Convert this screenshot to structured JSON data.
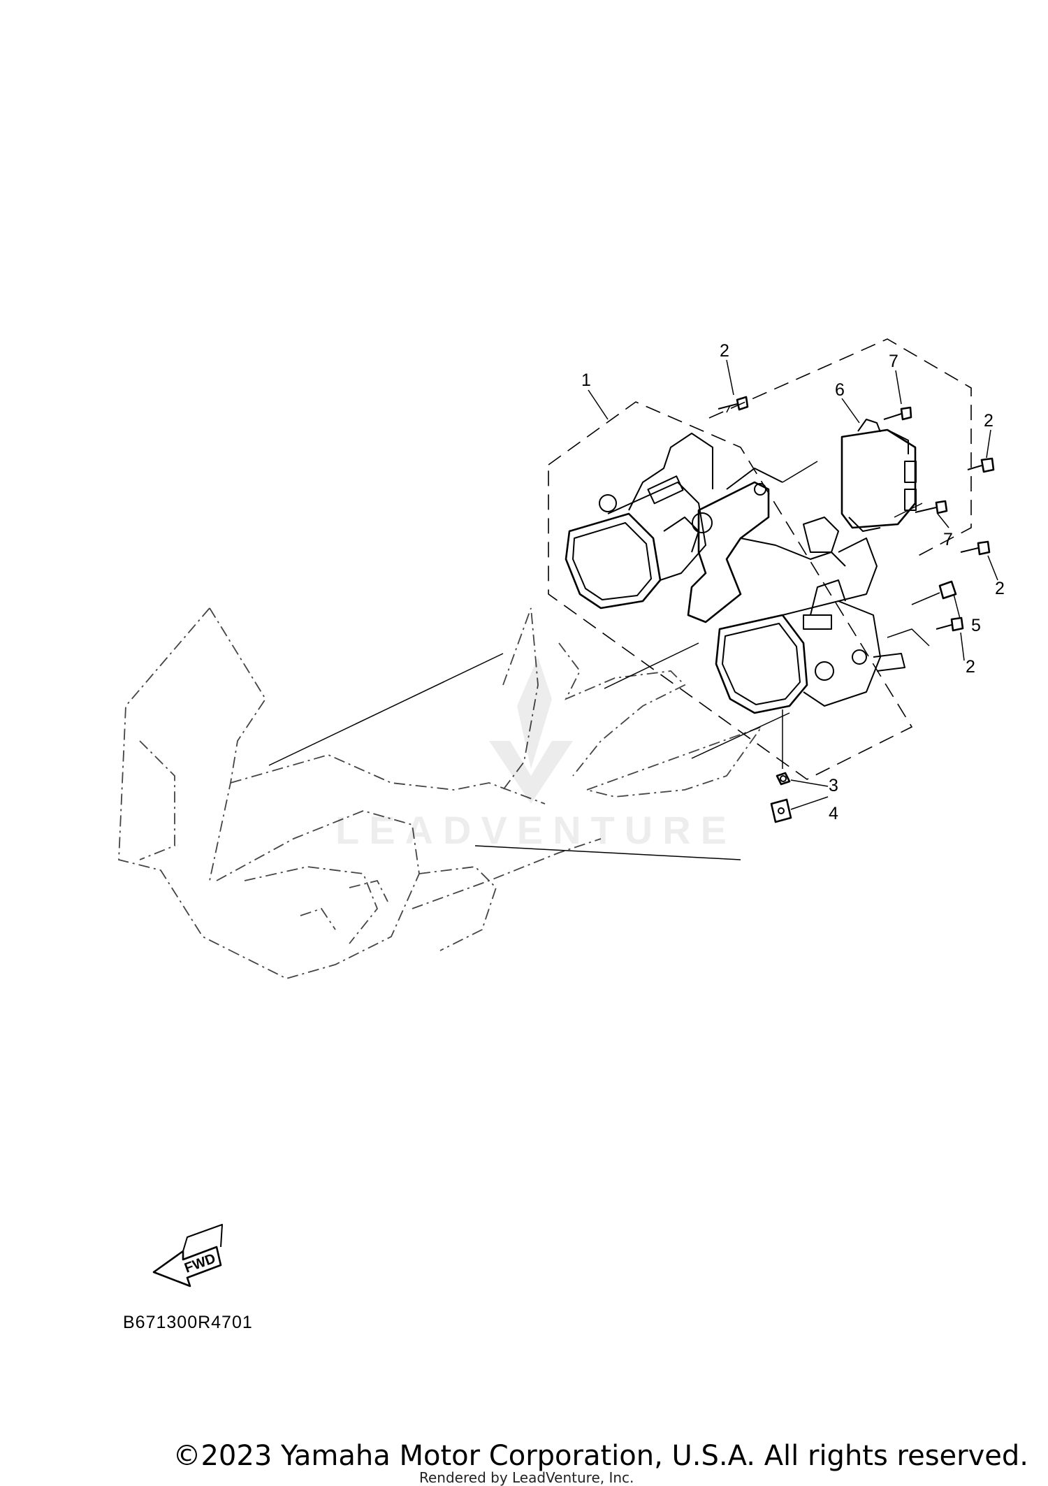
{
  "callouts": {
    "c1": "1",
    "c2a": "2",
    "c2b": "2",
    "c2c": "2",
    "c2d": "2",
    "c3": "3",
    "c4": "4",
    "c5": "5",
    "c6": "6",
    "c7a": "7",
    "c7b": "7"
  },
  "fwd_label": "FWD",
  "diagram_id": "B671300R4701",
  "watermark": "LEADVENTURE",
  "footer": {
    "copyright": "©2023 Yamaha Motor Corporation, U.S.A. All rights reserved.",
    "rendered_by": "Rendered by LeadVenture, Inc."
  }
}
